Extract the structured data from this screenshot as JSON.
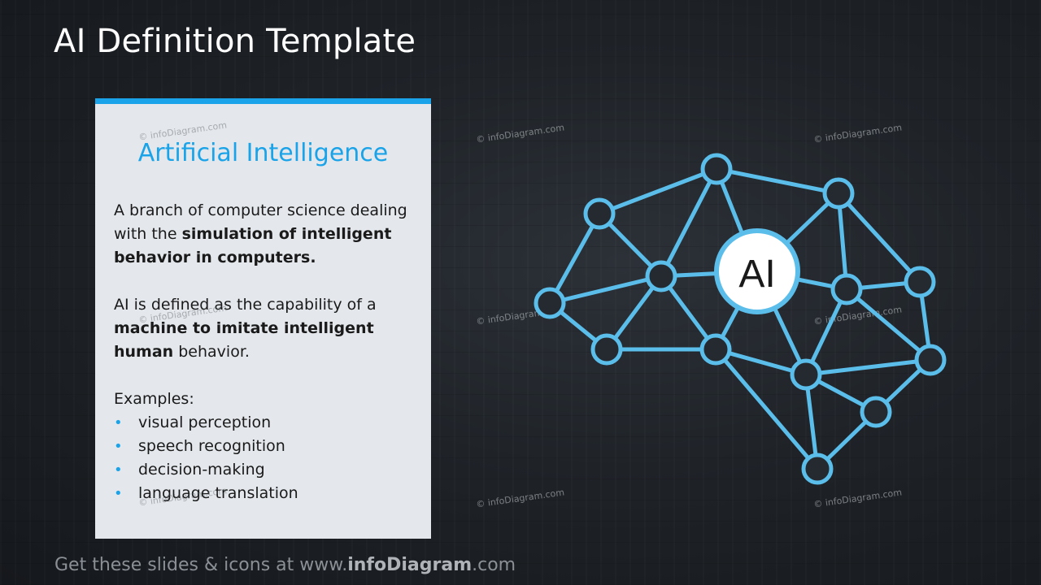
{
  "slide": {
    "title": "AI Definition Template"
  },
  "card": {
    "heading": "Artificial Intelligence",
    "para1_a": "A branch of computer science dealing with the ",
    "para1_b": "simulation of intelligent behavior in computers.",
    "para2_a": "AI is defined as the capability of a ",
    "para2_b": "machine to imitate intelligent human",
    "para2_c": " behavior.",
    "examples_label": "Examples:",
    "examples": [
      "visual perception",
      "speech recognition",
      "decision-making",
      "language translation"
    ],
    "bullet": "•"
  },
  "network": {
    "center_label": "AI",
    "accent_color": "#5bbde9"
  },
  "watermark": "© infoDiagram.com",
  "footer": {
    "prefix": "Get these slides & icons at www.",
    "brand": "infoDiagram",
    "suffix": ".com"
  },
  "colors": {
    "accent": "#1aa3e8",
    "card_bg": "#e4e8ec"
  }
}
